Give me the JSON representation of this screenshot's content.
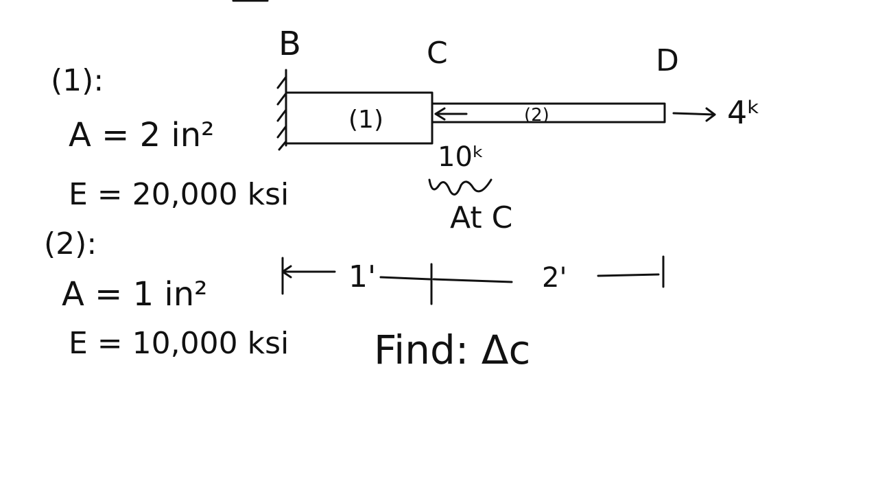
{
  "members": [
    {
      "label": "(1):",
      "area": "A = 2 in²",
      "modulus": "E = 20,000 ksi",
      "bar_label": "(1)"
    },
    {
      "label": "(2):",
      "area": "A = 1 in²",
      "modulus": "E = 10,000 ksi",
      "bar_label": "(2)"
    }
  ],
  "points": {
    "b": "B",
    "c": "C",
    "d": "D"
  },
  "loads": {
    "at_c": "10ᵏ",
    "at_c_note": "At C",
    "at_d": "4ᵏ"
  },
  "dimensions": {
    "bc": "1'",
    "cd": "2'"
  },
  "task": "Find: Δc",
  "colors": {
    "ink": "#111111",
    "paper": "#ffffff"
  }
}
